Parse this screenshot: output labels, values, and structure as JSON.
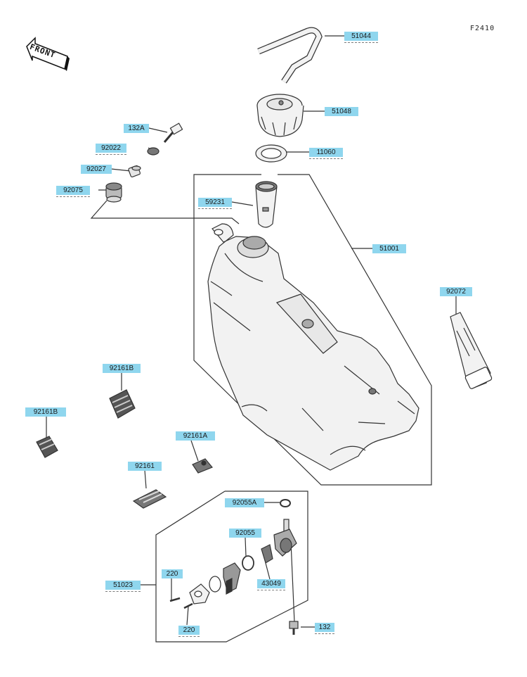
{
  "figure_code": "F2410",
  "front_mark": "FRONT",
  "callouts": {
    "p51044": "51044",
    "p51048": "51048",
    "p11060": "11060",
    "p132A": "132A",
    "p92022": "92022",
    "p92027": "92027",
    "p92075": "92075",
    "p59231": "59231",
    "p51001": "51001",
    "p92072": "92072",
    "p92161B_1": "92161B",
    "p92161B_2": "92161B",
    "p92161A": "92161A",
    "p92161": "92161",
    "p92055A": "92055A",
    "p92055": "92055",
    "p220_1": "220",
    "p220_2": "220",
    "p51023": "51023",
    "p43049": "43049",
    "p132": "132"
  },
  "colors": {
    "callout_bg": "#8fd6ee",
    "line": "#333333",
    "part_fill": "#f2f2f2",
    "part_shade": "#9a9a9a"
  },
  "icons": {
    "front_mark": "front-arrow-icon"
  }
}
